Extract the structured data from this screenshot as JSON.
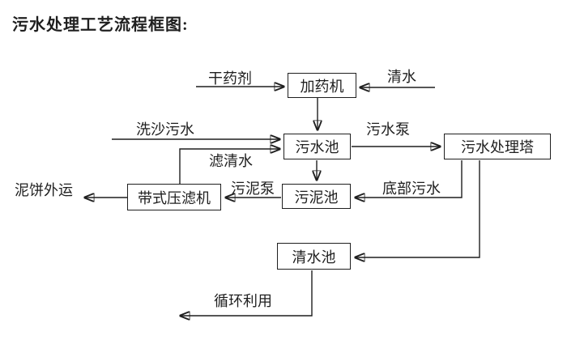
{
  "page": {
    "background_color": "#ffffff",
    "ink_color": "#1f1f1f"
  },
  "title": "污水处理工艺流程框图:",
  "nodes": {
    "dosing_machine": "加药机",
    "sewage_pool": "污水池",
    "treatment_tower": "污水处理塔",
    "sludge_pool": "污泥池",
    "belt_filter_press": "带式压滤机",
    "clear_water_pool": "清水池"
  },
  "flows": {
    "dry_agent": "干药剂",
    "clean_water": "清水",
    "sand_wash_sewage": "洗沙污水",
    "sewage_pump": "污水泵",
    "filtered_water": "滤清水",
    "sludge_pump": "污泥泵",
    "bottom_sewage": "底部污水",
    "mud_cake_outbound": "泥饼外运",
    "recycle_use": "循环利用"
  }
}
